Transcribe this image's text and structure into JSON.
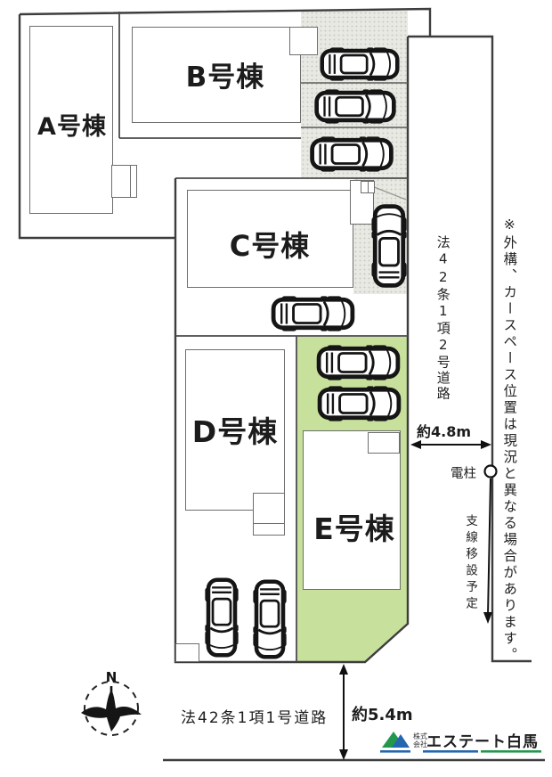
{
  "plan": {
    "buildings": {
      "a": "A号棟",
      "b": "B号棟",
      "c": "C号棟",
      "d": "D号棟",
      "e": "E号棟"
    },
    "roads": {
      "east": {
        "label": "法42条1項2号道路",
        "width": "約4.8m"
      },
      "south": {
        "label": "法42条1項1号道路",
        "width": "約5.4m"
      }
    },
    "annotations": {
      "disclaimer": "※外構、カースペース位置は現況と異なる場合があります。",
      "utility_pole": "電柱",
      "wire_relocation": "支線移設予定"
    },
    "compass": {
      "north": "N"
    },
    "parking_spaces": 9
  },
  "logo": {
    "prefix_top": "株式",
    "prefix_bottom": "会社",
    "company": "エステート白馬"
  },
  "colors": {
    "lot_e_green": "#c7e09c",
    "paving_gray": "#e9e9e4",
    "logo_green": "#23984d",
    "logo_blue": "#2566b0",
    "underline_blue": "#2566b0",
    "underline_green": "#23984d"
  }
}
